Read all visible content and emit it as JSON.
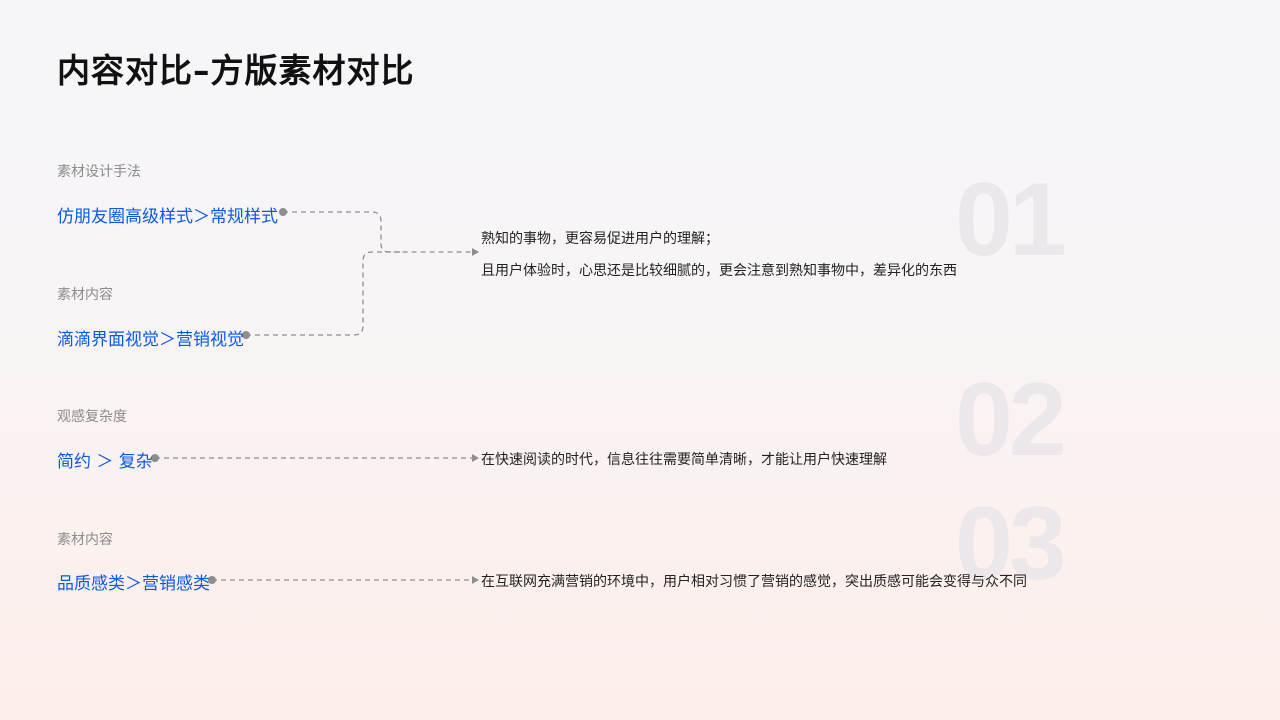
{
  "title": "内容对比–方版素材对比",
  "sections": [
    {
      "number": "01",
      "items": [
        {
          "label": "素材设计手法",
          "comparison": "仿朋友圈高级样式＞常规样式"
        },
        {
          "label": "素材内容",
          "comparison": "滴滴界面视觉＞营销视觉"
        }
      ],
      "descriptions": [
        "熟知的事物，更容易促进用户的理解；",
        "且用户体验时，心思还是比较细腻的，更会注意到熟知事物中，差异化的东西"
      ]
    },
    {
      "number": "02",
      "items": [
        {
          "label": "观感复杂度",
          "comparison": "简约 ＞ 复杂"
        }
      ],
      "descriptions": [
        "在快速阅读的时代，信息往往需要简单清晰，才能让用户快速理解"
      ]
    },
    {
      "number": "03",
      "items": [
        {
          "label": "素材内容",
          "comparison": "品质感类＞营销感类"
        }
      ],
      "descriptions": [
        "在互联网充满营销的环境中，用户相对习惯了营销的感觉，突出质感可能会变得与众不同"
      ]
    }
  ],
  "colors": {
    "accent_blue": "#0a58e8",
    "label_gray": "#8c8c8c",
    "connector_gray": "#8e8e8e",
    "number_watermark": "#e9e6ea"
  }
}
